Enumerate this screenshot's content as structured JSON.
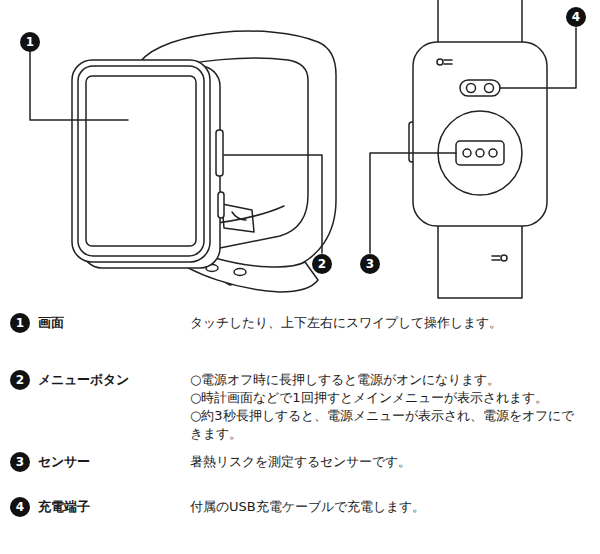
{
  "diagram": {
    "labels": [
      "1",
      "2",
      "3",
      "4",
      "1",
      "画面",
      "タッチしたり、上下左右にスワイプして操作します。",
      "2",
      "メニューボタン",
      "○電源オフ時に長押しすると電源がオンになります。",
      "○時計画面などで1回押すとメインメニューが表示されます。",
      "○約3秒長押しすると、電源メニューが表示され、電源をオフにできます。",
      "3",
      "センサー",
      "暑熱リスクを測定するセンサーです。",
      "4",
      "充電端子",
      "付属のUSB充電ケーブルで充電します。"
    ]
  }
}
